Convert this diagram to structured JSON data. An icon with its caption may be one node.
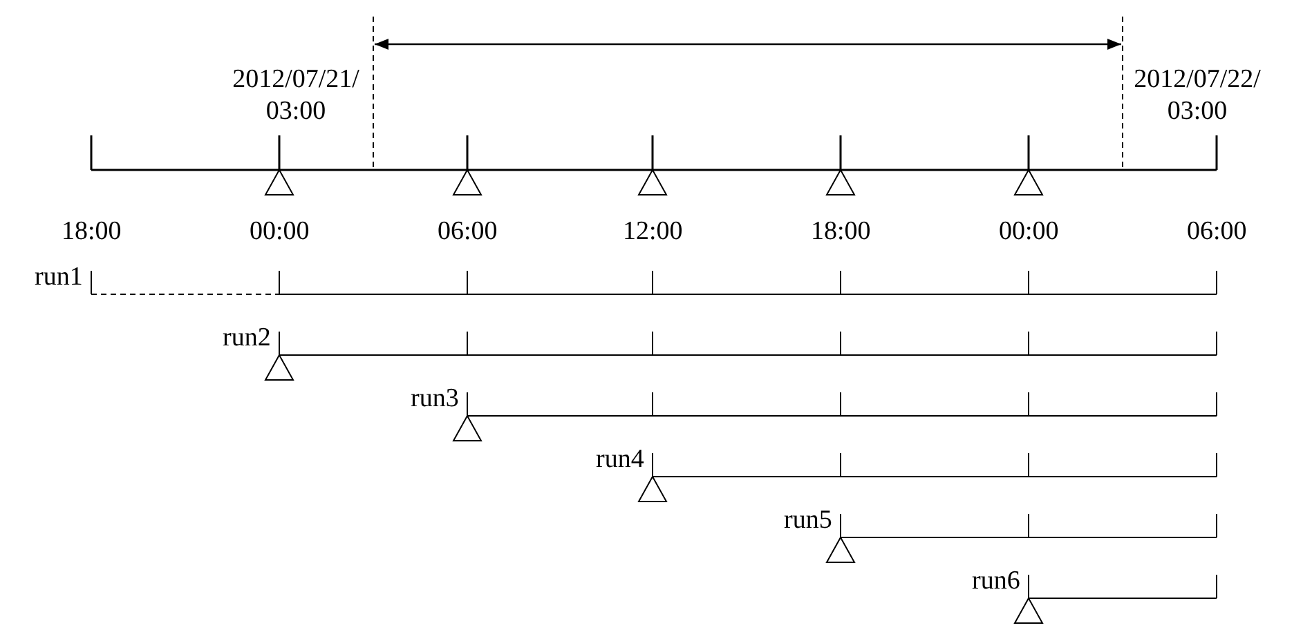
{
  "diagram": {
    "labels": [
      "2012/07/21/ 03:00",
      "2012/07/22/ 03:00",
      "18:00",
      "00:00",
      "06:00",
      "12:00",
      "18:00",
      "00:00",
      "06:00",
      "run1",
      "run2",
      "run3",
      "run4",
      "run5",
      "run6"
    ]
  }
}
